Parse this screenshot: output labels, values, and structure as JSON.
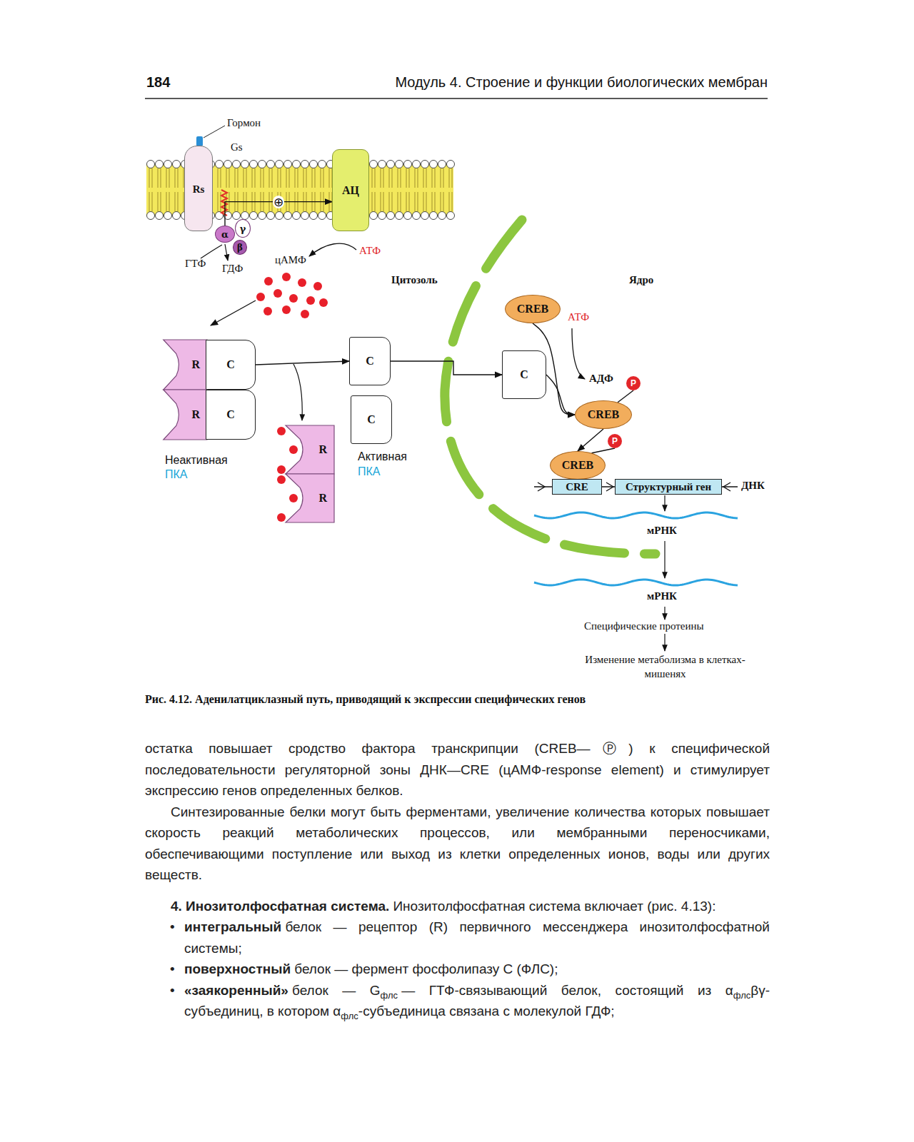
{
  "diagram": {
    "caption": "Рис. 4.12. Аденилатциклазный путь, приводящий к экспрессии специфических генов",
    "nodes": [
      {
        "text": [
          "Rs"
        ]
      },
      {
        "text": [
          "АЦ"
        ]
      },
      {
        "text": [
          "α"
        ]
      },
      {
        "text": [
          "γ"
        ]
      },
      {
        "text": [
          "β"
        ]
      },
      {
        "text": [
          "R"
        ]
      },
      {
        "text": [
          "C"
        ]
      },
      {
        "text": [
          "R"
        ]
      },
      {
        "text": [
          "C"
        ]
      },
      {
        "text": [
          "R"
        ]
      },
      {
        "text": [
          "R"
        ]
      },
      {
        "text": [
          "C"
        ]
      },
      {
        "text": [
          "C"
        ]
      },
      {
        "text": [
          "CREB"
        ]
      },
      {
        "text": [
          "C"
        ]
      },
      {
        "text": [
          "P"
        ]
      },
      {
        "text": [
          "CREB"
        ]
      },
      {
        "text": [
          "P"
        ]
      },
      {
        "text": [
          "CREB"
        ]
      },
      {
        "text": [
          "CRE"
        ]
      },
      {
        "text": [
          "Структурный ген"
        ]
      }
    ],
    "edges": [
      {
        "from": 2,
        "to": 1,
        "arrow": "to",
        "label": "⊕"
      },
      {
        "from": 6,
        "to": 11,
        "arrow": "to"
      },
      {
        "from": 11,
        "to": 14,
        "arrow": "to"
      },
      {
        "from": 14,
        "to": 16,
        "arrow": "to"
      },
      {
        "from": 13,
        "to": 16,
        "arrow": "to"
      },
      {
        "from": 16,
        "to": 18,
        "arrow": "to"
      },
      {
        "from": 15,
        "to": 16,
        "arrow": "none"
      },
      {
        "from": 17,
        "to": 18,
        "arrow": "none"
      }
    ],
    "labels": [
      "184",
      "Модуль 4. Строение и функции биологических мембран",
      "Гормон",
      "Gs",
      "ГТФ",
      "ГДФ",
      "цАМФ",
      "АТФ",
      "Цитозоль",
      "Ядро",
      "АТФ",
      "АДФ",
      "Неактивная",
      "ПКА",
      "Активная",
      "ПКА",
      "ДНК",
      "мРНК",
      "мРНК",
      "Специфические протеины",
      "Изменение метаболизма в клетках-мишенях",
      "остатка повышает сродство фактора транскрипции (CREB—Ⓟ) к специфической последовательности регуляторной зоны ДНК—CRE (цАМФ-response element) и стимулирует экспрессию генов определенных белков.",
      "Синтезированные белки могут быть ферментами, увеличение количества которых повышает скорость реакций метаболических процессов, или мембранными переносчиками, обеспечивающими поступление или выход из клетки определенных ионов, воды или других веществ.",
      "4. Инозитолфосфатная система.",
      "Инозитолфосфатная система включает (рис. 4.13):",
      "•",
      "интегральный",
      "белок — рецептор (R) первичного мессенджера инозитолфосфатной системы;",
      "•",
      "поверхностный",
      "белок — фермент фосфолипазу С (ФЛС);",
      "•",
      "«заякоренный»",
      "белок — G",
      "флс",
      "— ГТФ-связывающий белок, состоящий из α",
      "флс",
      "βγ-субъединиц, в котором α",
      "флс",
      "-субъединица связана с молекулой ГДФ;"
    ]
  }
}
